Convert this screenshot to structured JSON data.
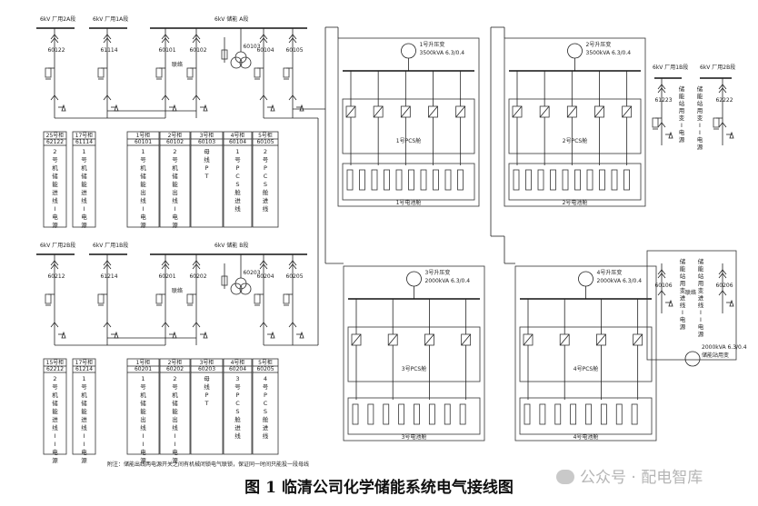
{
  "caption": "图 1  临清公司化学储能系统电气接线图",
  "watermark": "公众号 · 配电智库",
  "note": "附注：储能出线两电源开关之间有机械闭锁电气联锁，保证同一时间只能投一段母线",
  "bus": {
    "a_top": [
      "6kV 厂用2A段",
      "6kV 厂用1A段",
      "6kV 储能 A段"
    ],
    "b_top": [
      "6kV 厂用2B段",
      "6kV 厂用1B段",
      "6kV 储能 B段"
    ],
    "right_top": [
      "6kV 厂用1B段",
      "6kV 厂用2B段"
    ]
  },
  "breakers": {
    "a": [
      "60122",
      "61114",
      "60101",
      "60102",
      "60103",
      "60104",
      "60105"
    ],
    "b": [
      "60212",
      "61214",
      "60201",
      "60202",
      "60203",
      "60204",
      "60205"
    ],
    "right": [
      "61223",
      "62222",
      "60106",
      "60206"
    ]
  },
  "misc": {
    "ring": "联络",
    "xfmr": "站用变",
    "station_xfmr": "2000kVA 6.3/0.4",
    "ts_label": "储能站用变"
  },
  "tables": {
    "a": [
      {
        "cab": "25号柜",
        "code": "62122",
        "text": "2号机储能进线I电源"
      },
      {
        "cab": "17号柜",
        "code": "61114",
        "text": "1号机储能进线I电源"
      },
      {
        "cab": "1号柜",
        "code": "60101",
        "text": "1号机储能出线I电源"
      },
      {
        "cab": "2号柜",
        "code": "60102",
        "text": "2号机储能出线I电源"
      },
      {
        "cab": "3号柜",
        "code": "60103",
        "text": "母线PT"
      },
      {
        "cab": "4号柜",
        "code": "60104",
        "text": "1号PCS舱进线"
      },
      {
        "cab": "5号柜",
        "code": "60105",
        "text": "2号PCS舱进线"
      }
    ],
    "b": [
      {
        "cab": "15号柜",
        "code": "62212",
        "text": "2号机储能进线II电源"
      },
      {
        "cab": "17号柜",
        "code": "61214",
        "text": "1号机储能进线II电源"
      },
      {
        "cab": "1号柜",
        "code": "60201",
        "text": "1号机储能出线II电源"
      },
      {
        "cab": "2号柜",
        "code": "60202",
        "text": "2号机储能出线II电源"
      },
      {
        "cab": "3号柜",
        "code": "60203",
        "text": "母线PT"
      },
      {
        "cab": "4号柜",
        "code": "60204",
        "text": "3号PCS舱进线"
      },
      {
        "cab": "5号柜",
        "code": "60205",
        "text": "4号PCS舱进线"
      }
    ],
    "right": [
      {
        "text": "储能站用变I电源"
      },
      {
        "text": "储能站用变II电源"
      },
      {
        "text": "储能站用变进线I电源"
      },
      {
        "text": "储能站用变进线II电源"
      }
    ]
  },
  "cabins": [
    {
      "xfmr": "1号升压变",
      "spec": "3500kVA 6.3/0.4",
      "pcs": "1号PCS舱",
      "bat": "1号电池舱"
    },
    {
      "xfmr": "2号升压变",
      "spec": "3500kVA 6.3/0.4",
      "pcs": "2号PCS舱",
      "bat": "2号电池舱"
    },
    {
      "xfmr": "3号升压变",
      "spec": "2000kVA 6.3/0.4",
      "pcs": "3号PCS舱",
      "bat": "3号电池舱"
    },
    {
      "xfmr": "4号升压变",
      "spec": "2000kVA 6.3/0.4",
      "pcs": "4号PCS舱",
      "bat": "4号电池舱"
    }
  ]
}
